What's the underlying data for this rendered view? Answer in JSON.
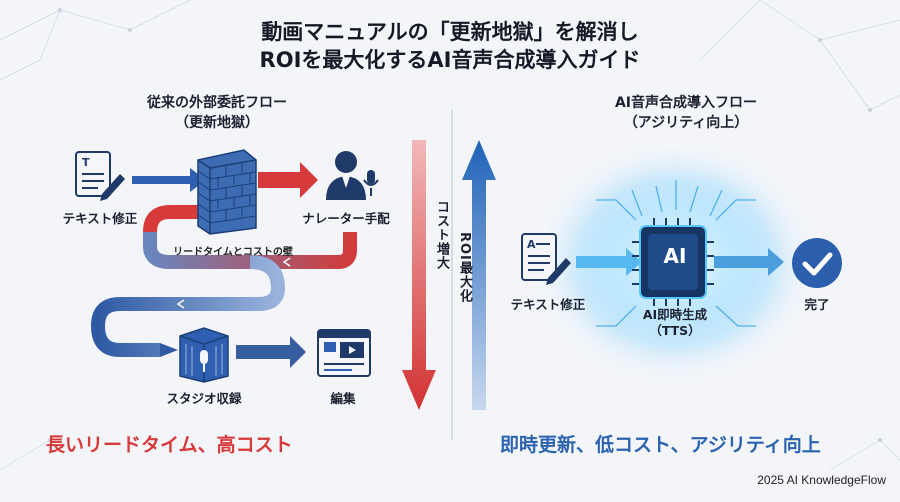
{
  "header": {
    "title_line1": "動画マニュアルの「更新地獄」を解消し",
    "title_line2": "ROIを最大化するAI音声合成導入ガイド"
  },
  "left": {
    "heading_line1": "従来の外部委託フロー",
    "heading_line2": "（更新地獄）",
    "step_text_edit": "テキスト修正",
    "step_narrator": "ナレーター手配",
    "wall_label": "リードタイムとコストの壁",
    "step_studio": "スタジオ収録",
    "step_edit": "編集",
    "summary": "長いリードタイム、高コスト"
  },
  "middle": {
    "cost_label": "コスト増大",
    "roi_label": "ROI最大化"
  },
  "right": {
    "heading_line1": "AI音声合成導入フロー",
    "heading_line2": "（アジリティ向上）",
    "step_text_edit": "テキスト修正",
    "chip_text": "AI",
    "step_ai_line1": "AI即時生成",
    "step_ai_line2": "（TTS）",
    "step_done": "完了",
    "summary": "即時更新、低コスト、アジリティ向上"
  },
  "footer": {
    "credit": "2025 AI KnowledgeFlow"
  },
  "colors": {
    "red": "#d63a3a",
    "blue": "#2b63b0",
    "navy": "#1f3a68",
    "glow": "#57c6ff"
  }
}
